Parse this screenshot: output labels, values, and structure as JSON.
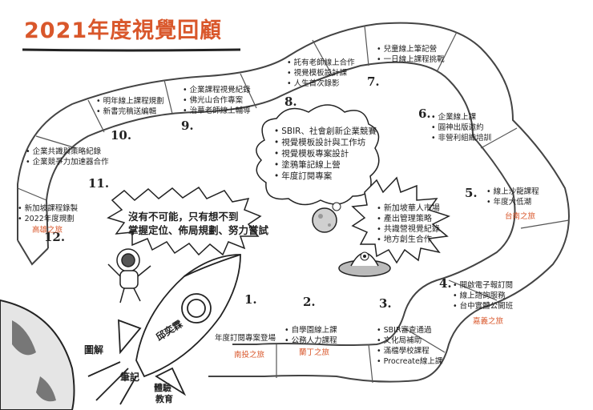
{
  "title": "2021年度視覺回顧",
  "stops": [
    {
      "num": "12.",
      "items": [
        "新加坡課程錄製",
        "2022年度規劃"
      ],
      "place": "高雄之旅"
    },
    {
      "num": "11.",
      "items": [
        "企業共識與策略紀錄",
        "企業競爭力加速器合作"
      ],
      "place": ""
    },
    {
      "num": "10.",
      "items": [
        "明年線上課程規劃",
        "新書完稿送編輯"
      ],
      "place": ""
    },
    {
      "num": "9.",
      "items": [
        "企業課程視覺紀錄",
        "佛光山合作專案",
        "治華老師線上輔導"
      ],
      "place": ""
    },
    {
      "num": "8.",
      "items": [
        "託有老師線上合作",
        "視覺模板設計課",
        "人生首次錄影"
      ],
      "place": ""
    },
    {
      "num": "7.",
      "items": [
        "兒童線上筆記營",
        "一日線上課程挑戰"
      ],
      "place": ""
    },
    {
      "num": "6.",
      "items": [
        "企業線上課",
        "圓神出版邀約",
        "非營利組織培訓"
      ],
      "place": ""
    },
    {
      "num": "5.",
      "items": [
        "線上沙龍課程",
        "年度大低潮"
      ],
      "place": "台南之旅"
    },
    {
      "num": "4.",
      "items": [
        "開啟電子報訂閱",
        "線上諮詢服務",
        "台中實體公開班"
      ],
      "place": "嘉義之旅"
    },
    {
      "num": "3.",
      "items": [
        "SBIR審查通過",
        "文化局補助",
        "滿檔學校課程",
        "Procreate線上課"
      ],
      "place": ""
    },
    {
      "num": "2.",
      "items": [
        "自學園線上課",
        "公務人力課程"
      ],
      "place": "蘭丁之旅"
    },
    {
      "num": "1.",
      "items": [
        "年度訂閱專案登場"
      ],
      "place": "南投之旅"
    }
  ],
  "bubble_top": [
    "SBIR、社會創新企業競賽",
    "視覺模板設計與工作坊",
    "視覺模板專案設計",
    "塗鴉筆記線上營",
    "年度訂閱專案"
  ],
  "bubble_right": [
    "新加坡華人市場",
    "產出管理策略",
    "共識營視覺紀錄",
    "地方創生合作"
  ],
  "quote": [
    "沒有不可能，只有想不到",
    "掌握定位、佈局規劃、努力嘗試"
  ],
  "rocket_name": "邱奕霖",
  "rocket_tags": [
    "圖解",
    "筆記",
    "體驗",
    "教育"
  ]
}
